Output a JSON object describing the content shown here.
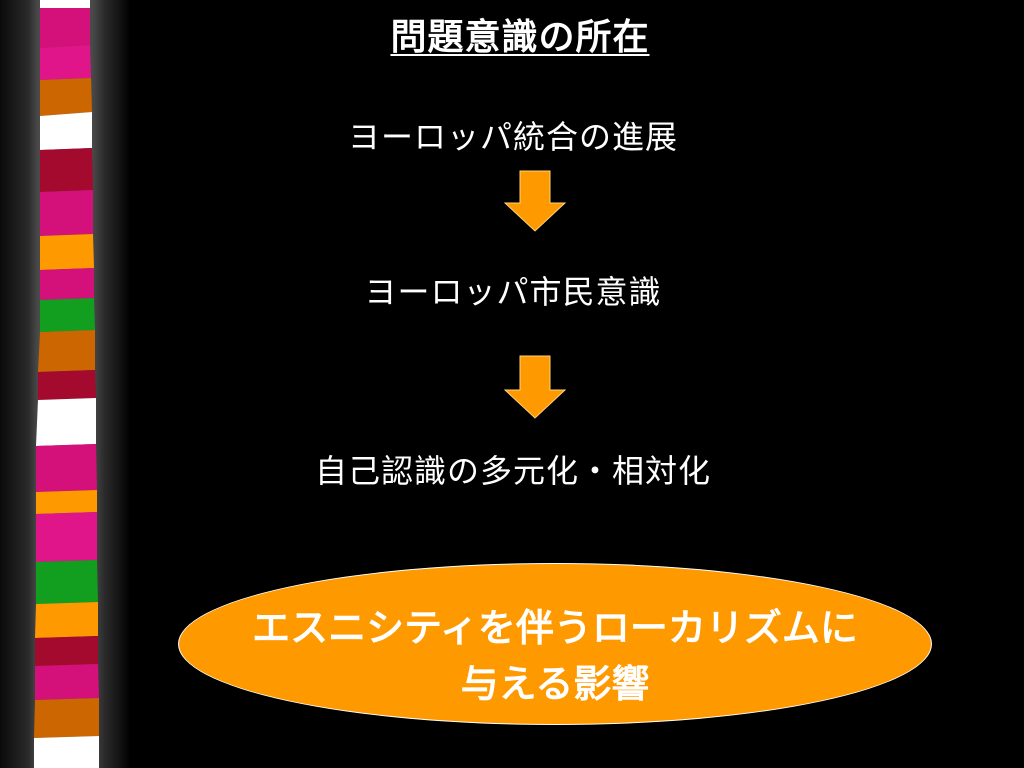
{
  "slide": {
    "title": "問題意識の所在",
    "steps": [
      {
        "label": "ヨーロッパ統合の進展"
      },
      {
        "label": "ヨーロッパ市民意識"
      },
      {
        "label": "自己認識の多元化・相対化"
      }
    ],
    "conclusion": {
      "line1": "エスニシティを伴うローカリズムに",
      "line2": "与える影響"
    }
  },
  "colors": {
    "background": "#000000",
    "text": "#ffffff",
    "accent": "#ff9900",
    "stripe_magenta": "#d4107a",
    "stripe_orange": "#ff9900",
    "stripe_crimson": "#a30a2e",
    "stripe_green": "#129e1e",
    "stripe_rust": "#cc6600",
    "stripe_white": "#ffffff"
  },
  "icons": [
    "down-arrow-icon",
    "down-arrow-icon"
  ]
}
